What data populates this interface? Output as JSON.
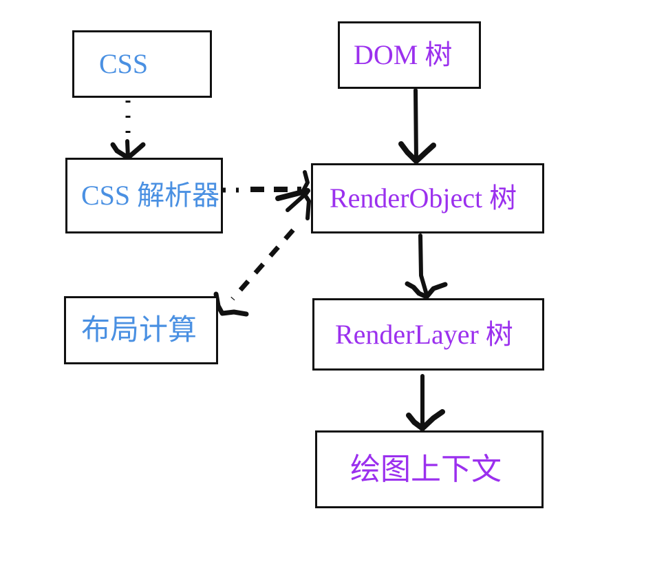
{
  "diagram": {
    "title": "",
    "colors": {
      "blue": "#4a90e2",
      "purple": "#9b30ee",
      "stroke": "#111111",
      "background": "#ffffff"
    },
    "nodes": [
      {
        "id": "css",
        "label": "CSS",
        "color": "blue"
      },
      {
        "id": "dom",
        "label": "DOM 树",
        "color": "purple"
      },
      {
        "id": "cssparser",
        "label": "CSS 解析器",
        "color": "blue"
      },
      {
        "id": "renderobject",
        "label": "RenderObject 树",
        "color": "purple"
      },
      {
        "id": "layout",
        "label": "布局计算",
        "color": "blue"
      },
      {
        "id": "renderlayer",
        "label": "RenderLayer 树",
        "color": "purple"
      },
      {
        "id": "canvascontext",
        "label": "绘图上下文",
        "color": "purple"
      }
    ],
    "edges": [
      {
        "id": "css-to-cssparser",
        "from": "css",
        "to": "cssparser",
        "style": "dotted",
        "label": ""
      },
      {
        "id": "dom-to-renderobject",
        "from": "dom",
        "to": "renderobject",
        "style": "solid",
        "label": ""
      },
      {
        "id": "cssparser-to-renderobject",
        "from": "cssparser",
        "to": "renderobject",
        "style": "dashed",
        "label": ""
      },
      {
        "id": "renderobject-to-layout",
        "from": "renderobject",
        "to": "layout",
        "style": "dashed",
        "label": ""
      },
      {
        "id": "renderobject-to-renderlayer",
        "from": "renderobject",
        "to": "renderlayer",
        "style": "solid",
        "label": ""
      },
      {
        "id": "renderlayer-to-canvascontext",
        "from": "renderlayer",
        "to": "canvascontext",
        "style": "solid",
        "label": ""
      }
    ]
  }
}
